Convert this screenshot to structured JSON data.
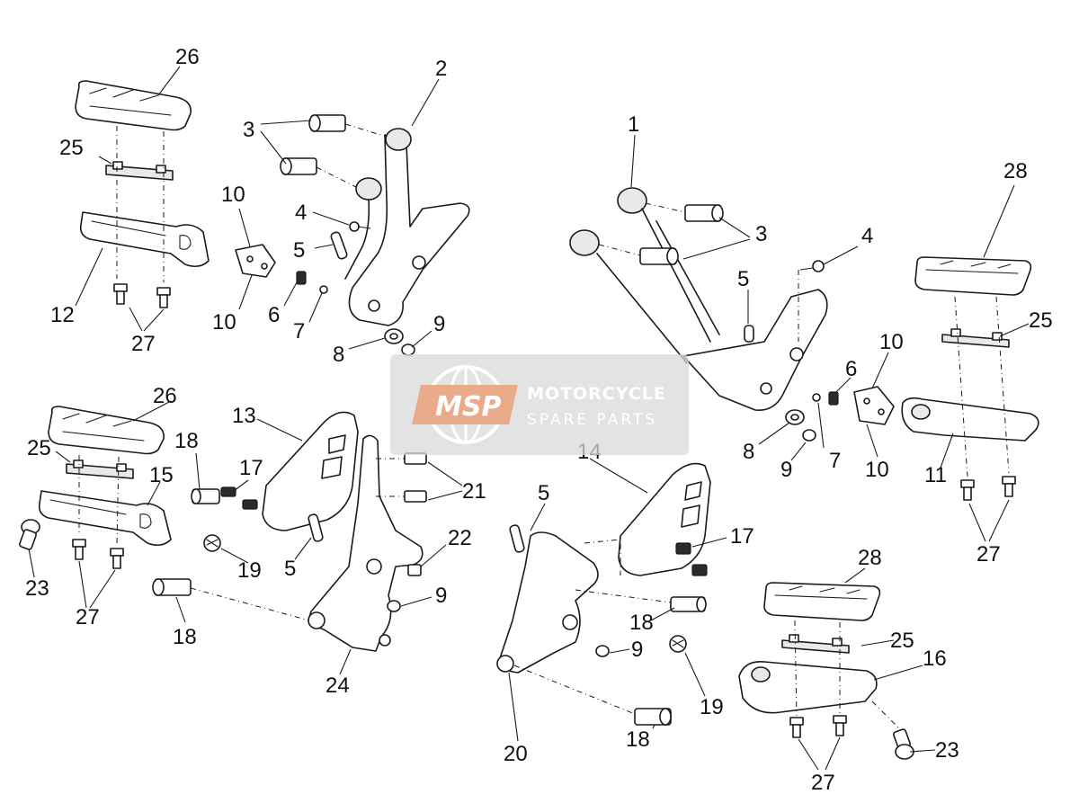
{
  "diagram": {
    "callouts": {
      "c1": "1",
      "c2": "2",
      "c3a": "3",
      "c3b": "3",
      "c4a": "4",
      "c4b": "4",
      "c5a": "5",
      "c5b": "5",
      "c5c": "5",
      "c5d": "5",
      "c6a": "6",
      "c6b": "6",
      "c7a": "7",
      "c7b": "7",
      "c8a": "8",
      "c8b": "8",
      "c9a": "9",
      "c9b": "9",
      "c9c": "9",
      "c9d": "9",
      "c10a": "10",
      "c10b": "10",
      "c10c": "10",
      "c10d": "10",
      "c11": "11",
      "c12": "12",
      "c13": "13",
      "c14": "14",
      "c15": "15",
      "c16": "16",
      "c17a": "17",
      "c17b": "17",
      "c18a": "18",
      "c18b": "18",
      "c18c": "18",
      "c18d": "18",
      "c19a": "19",
      "c19b": "19",
      "c20": "20",
      "c21": "21",
      "c22": "22",
      "c23a": "23",
      "c23b": "23",
      "c24": "24",
      "c25a": "25",
      "c25b": "25",
      "c25c": "25",
      "c25d": "25",
      "c26a": "26",
      "c26b": "26",
      "c27a": "27",
      "c27b": "27",
      "c27c": "27",
      "c27d": "27",
      "c28a": "28",
      "c28b": "28"
    }
  },
  "watermark": {
    "logo": "MSP",
    "line1": "MOTORCYCLE",
    "line2": "SPARE PARTS",
    "colors": {
      "badge": "#e8a07a",
      "panel": "#d9d9d9",
      "text": "#ffffff",
      "globe": "#ffffff"
    }
  }
}
